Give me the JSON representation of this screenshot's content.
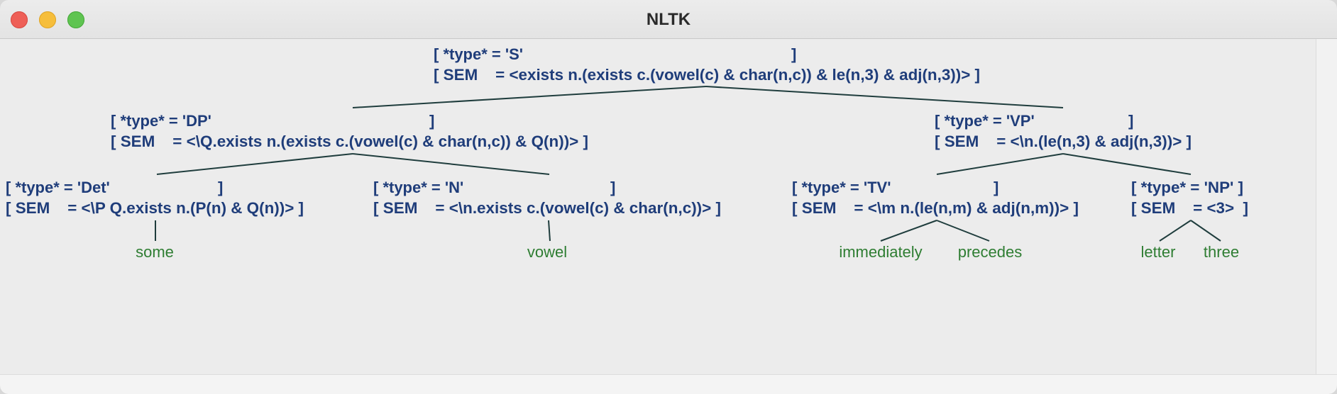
{
  "window": {
    "title": "NLTK"
  },
  "tree": {
    "s": {
      "type_line": "[ *type* = 'S'",
      "sem_line": "[ SEM    = <exists n.(exists c.(vowel(c) & char(n,c)) & le(n,3) & adj(n,3))> ]"
    },
    "dp": {
      "type_line": "[ *type* = 'DP'",
      "sem_line": "[ SEM    = <\\Q.exists n.(exists c.(vowel(c) & char(n,c)) & Q(n))> ]"
    },
    "vp": {
      "type_line": "[ *type* = 'VP'",
      "sem_line": "[ SEM    = <\\n.(le(n,3) & adj(n,3))> ]"
    },
    "det": {
      "type_line": "[ *type* = 'Det'",
      "sem_line": "[ SEM    = <\\P Q.exists n.(P(n) & Q(n))> ]"
    },
    "n": {
      "type_line": "[ *type* = 'N'",
      "sem_line": "[ SEM    = <\\n.exists c.(vowel(c) & char(n,c))> ]"
    },
    "tv": {
      "type_line": "[ *type* = 'TV'",
      "sem_line": "[ SEM    = <\\m n.(le(n,m) & adj(n,m))> ]"
    },
    "np": {
      "type_line": "[ *type* = 'NP' ]",
      "sem_line": "[ SEM    = <3>  ]"
    },
    "bracket": "]",
    "leaves": {
      "some": "some",
      "vowel": "vowel",
      "immediately": "immediately",
      "precedes": "precedes",
      "letter": "letter",
      "three": "three"
    }
  },
  "colors": {
    "node_text": "#1f3d7a",
    "leaf_text": "#2e7d32",
    "edge": "#1f3d3d"
  }
}
